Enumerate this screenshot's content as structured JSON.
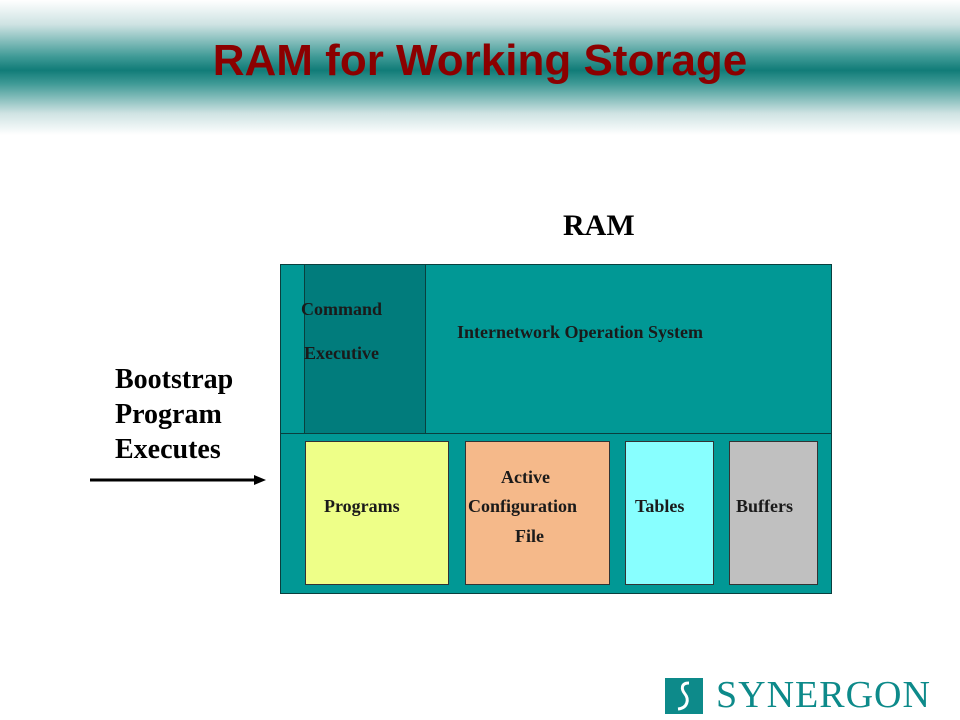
{
  "slide": {
    "title": "RAM for Working Storage"
  },
  "diagram": {
    "ram_label": "RAM",
    "command_executive": [
      "Command",
      "Executive"
    ],
    "ios_label": "Internetwork Operation System",
    "blocks": {
      "programs": "Programs",
      "active_config": [
        "Active",
        "Configuration",
        "File"
      ],
      "tables": "Tables",
      "buffers": "Buffers"
    },
    "bootstrap": [
      "Bootstrap",
      "Program",
      "Executes"
    ]
  },
  "logo": {
    "text": "SYNERGON"
  },
  "colors": {
    "title": "#8b0000",
    "ram_teal": "#019895",
    "command_teal": "#017c7c",
    "programs": "#eeff88",
    "active_config": "#f5b98a",
    "tables": "#88ffff",
    "buffers": "#c0c0c0",
    "logo": "#0d8a8a"
  }
}
